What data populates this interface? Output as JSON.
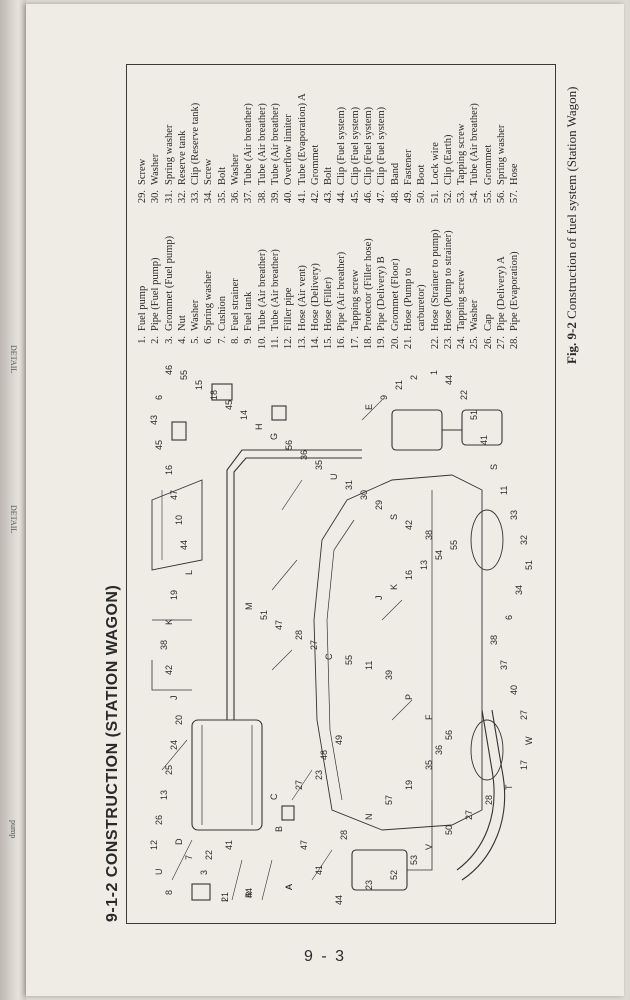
{
  "page": {
    "section_title": "9-1-2 CONSTRUCTION (STATION WAGON)",
    "figure_label": "Fig. 9-2",
    "figure_caption": "Construction of fuel system (Station Wagon)",
    "page_number": "9 - 3"
  },
  "adjacent_page": {
    "labels": [
      "DETAIL",
      "DETAIL",
      "pump"
    ]
  },
  "parts_list": {
    "column1": [
      {
        "no": "1.",
        "name": "Fuel pump"
      },
      {
        "no": "2.",
        "name": "Pipe (Fuel pump)"
      },
      {
        "no": "3.",
        "name": "Grommet (Fuel pump)"
      },
      {
        "no": "4.",
        "name": "Nut"
      },
      {
        "no": "5.",
        "name": "Washer"
      },
      {
        "no": "6.",
        "name": "Spring washer"
      },
      {
        "no": "7.",
        "name": "Cushion"
      },
      {
        "no": "8.",
        "name": "Fuel strainer"
      },
      {
        "no": "9.",
        "name": "Fuel tank"
      },
      {
        "no": "10.",
        "name": "Tube (Air breather)"
      },
      {
        "no": "11.",
        "name": "Tube (Air breather)"
      },
      {
        "no": "12.",
        "name": "Filler pipe"
      },
      {
        "no": "13.",
        "name": "Hose (Air vent)"
      },
      {
        "no": "14.",
        "name": "Hose (Delivery)"
      },
      {
        "no": "15.",
        "name": "Hose (Filler)"
      },
      {
        "no": "16.",
        "name": "Pipe (Air breather)"
      },
      {
        "no": "17.",
        "name": "Tapping screw"
      },
      {
        "no": "18.",
        "name": "Protector (Filler hose)"
      },
      {
        "no": "19.",
        "name": "Pipe (Delivery) B"
      },
      {
        "no": "20.",
        "name": "Grommet (Floor)"
      },
      {
        "no": "21.",
        "name": "Hose (Pump to"
      },
      {
        "no": "",
        "name": "carburetor)"
      },
      {
        "no": "22.",
        "name": "Hose (Strainer to pump)"
      },
      {
        "no": "23.",
        "name": "Hose (Pump to strainer)"
      },
      {
        "no": "24.",
        "name": "Tapping screw"
      },
      {
        "no": "25.",
        "name": "Washer"
      },
      {
        "no": "26.",
        "name": "Cap"
      },
      {
        "no": "27.",
        "name": "Pipe (Delivery) A"
      },
      {
        "no": "28.",
        "name": "Pipe (Evaporation)"
      }
    ],
    "column2": [
      {
        "no": "29.",
        "name": "Screw"
      },
      {
        "no": "30.",
        "name": "Washer"
      },
      {
        "no": "31.",
        "name": "Spring washer"
      },
      {
        "no": "32.",
        "name": "Reserve tank"
      },
      {
        "no": "33.",
        "name": "Clip (Reserve tank)"
      },
      {
        "no": "34.",
        "name": "Screw"
      },
      {
        "no": "35.",
        "name": "Bolt"
      },
      {
        "no": "36.",
        "name": "Washer"
      },
      {
        "no": "37.",
        "name": "Tube (Air breather)"
      },
      {
        "no": "38.",
        "name": "Tube (Air breather)"
      },
      {
        "no": "39.",
        "name": "Tube (Air breather)"
      },
      {
        "no": "40.",
        "name": "Overflow limiter"
      },
      {
        "no": "41.",
        "name": "Tube (Evaporation) A"
      },
      {
        "no": "42.",
        "name": "Grommet"
      },
      {
        "no": "43.",
        "name": "Bolt"
      },
      {
        "no": "44.",
        "name": "Clip (Fuel system)"
      },
      {
        "no": "45.",
        "name": "Clip (Fuel system)"
      },
      {
        "no": "46.",
        "name": "Clip (Fuel system)"
      },
      {
        "no": "47.",
        "name": "Clip (Fuel system)"
      },
      {
        "no": "48.",
        "name": "Band"
      },
      {
        "no": "49.",
        "name": "Fastener"
      },
      {
        "no": "50.",
        "name": "Boot"
      },
      {
        "no": "51.",
        "name": "Lock wire"
      },
      {
        "no": "52.",
        "name": "Clip (Earth)"
      },
      {
        "no": "53.",
        "name": "Tapping screw"
      },
      {
        "no": "54.",
        "name": "Tube (Air breather)"
      },
      {
        "no": "55.",
        "name": "Grommet"
      },
      {
        "no": "56.",
        "name": "Spring washer"
      },
      {
        "no": "57.",
        "name": "Hose"
      }
    ]
  },
  "diagram": {
    "callouts": [
      "21",
      "44",
      "A",
      "22",
      "41",
      "3",
      "7",
      "D",
      "B",
      "C",
      "27",
      "23",
      "48",
      "49",
      "47",
      "41",
      "28",
      "N",
      "57",
      "19",
      "35",
      "36",
      "56",
      "F",
      "P",
      "39",
      "11",
      "55",
      "C",
      "27",
      "28",
      "47",
      "51",
      "M",
      "J",
      "K",
      "16",
      "13",
      "54",
      "55",
      "38",
      "42",
      "S",
      "29",
      "30",
      "31",
      "U",
      "35",
      "36",
      "56",
      "G",
      "H",
      "14",
      "45",
      "18",
      "15",
      "55",
      "46",
      "6",
      "43",
      "45",
      "16",
      "47",
      "10",
      "44",
      "L",
      "19",
      "K",
      "38",
      "42",
      "J",
      "20",
      "24",
      "25",
      "13",
      "26",
      "12",
      "U",
      "8",
      "44",
      "23",
      "52",
      "53",
      "V",
      "50",
      "27",
      "28",
      "T",
      "17",
      "W",
      "27",
      "40",
      "37",
      "38",
      "6",
      "34",
      "51",
      "32",
      "33",
      "11",
      "S",
      "41",
      "51",
      "22",
      "44",
      "1",
      "2",
      "21",
      "9",
      "E",
      "I",
      "R",
      "A"
    ]
  }
}
